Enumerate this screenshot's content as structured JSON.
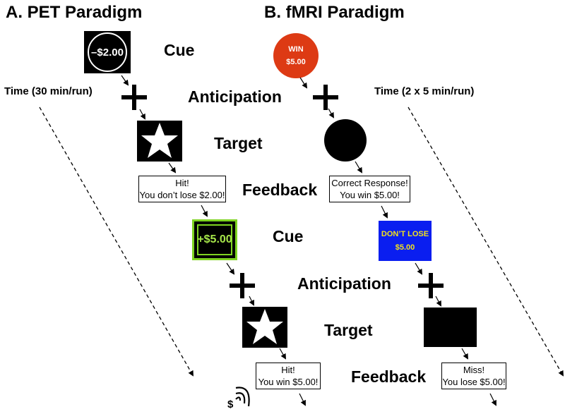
{
  "panels": {
    "pet": {
      "heading": "A.  PET Paradigm",
      "time_label": "Time (30 min/run)",
      "cue1_text": "–$2.00",
      "cue2_text": "+$5.00",
      "feedback1": [
        "Hit!",
        "You don’t lose $2.00!"
      ],
      "feedback2": [
        "Hit!",
        "You win $5.00!"
      ],
      "coin_symbol": "$"
    },
    "fmri": {
      "heading": "B.  fMRI Paradigm",
      "time_label": "Time (2 x 5 min/run)",
      "cue1_line1": "WIN",
      "cue1_line2": "$5.00",
      "cue2_line1": "DON’T LOSE",
      "cue2_line2": "$5.00",
      "feedback1": [
        "Correct Response!",
        "You win $5.00!"
      ],
      "feedback2": [
        "Miss!",
        "You lose $5.00!"
      ]
    }
  },
  "stages": {
    "cue": "Cue",
    "anticipation": "Anticipation",
    "target": "Target",
    "feedback": "Feedback"
  },
  "colors": {
    "win_circle": "#dd3a14",
    "dont_lose_box": "#0a1ef0",
    "dont_lose_text": "#f2e21c",
    "pet_win_text": "#a6e64a",
    "pet_win_border": "#7ed321"
  }
}
